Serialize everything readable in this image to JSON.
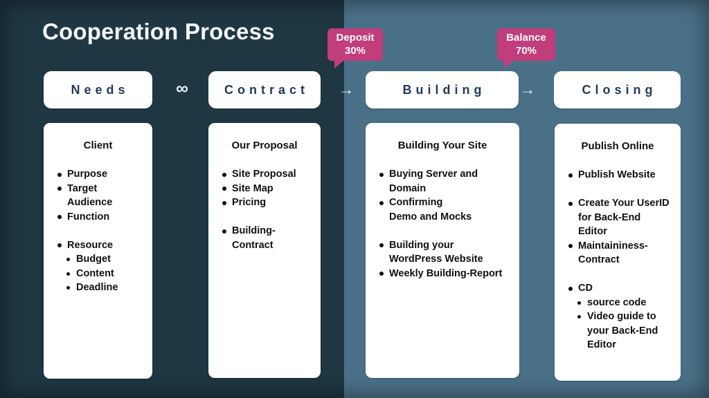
{
  "title": "Cooperation Process",
  "colors": {
    "background_left": "#1e3743",
    "background_right": "#4a7088",
    "badge_pink": "#c23d7b",
    "header_text_navy": "#1e3a5c",
    "card_background": "#ffffff",
    "body_text": "#101010",
    "title_text": "#f5f6f7",
    "connector_white": "#eef1f3"
  },
  "badges": [
    {
      "name": "deposit",
      "text": "Deposit\n30%"
    },
    {
      "name": "balance",
      "text": "Balance\n70%"
    }
  ],
  "connectors": [
    {
      "symbol": "∞"
    },
    {
      "symbol": "→"
    },
    {
      "symbol": "→"
    }
  ],
  "stages": [
    {
      "header": "Needs",
      "card": {
        "title": "Client",
        "items": [
          {
            "text": "Purpose"
          },
          {
            "text": "Target\nAudience"
          },
          {
            "text": "Function"
          },
          {
            "text": "Resource"
          },
          {
            "text": "Budget"
          },
          {
            "text": "Content"
          },
          {
            "text": "Deadline"
          }
        ]
      }
    },
    {
      "header": "Contract",
      "card": {
        "title": "Our Proposal",
        "items": [
          {
            "text": "Site Proposal"
          },
          {
            "text": "Site Map"
          },
          {
            "text": "Pricing"
          },
          {
            "text": "Building-\nContract"
          }
        ]
      }
    },
    {
      "header": "Building",
      "card": {
        "title": "Building Your Site",
        "items": [
          {
            "text": "Buying Server and\nDomain"
          },
          {
            "text": "Confirming\nDemo and Mocks"
          },
          {
            "text": "Building your\nWordPress Website"
          },
          {
            "text": "Weekly Building-Report"
          }
        ]
      }
    },
    {
      "header": "Closing",
      "card": {
        "title": "Publish Online",
        "items": [
          {
            "text": "Publish Website"
          },
          {
            "text": "Create Your UserID\nfor Back-End\nEditor"
          },
          {
            "text": "Maintaininess-\nContract"
          },
          {
            "text": "CD"
          },
          {
            "text": "source code"
          },
          {
            "text": "Video guide to\nyour Back-End\nEditor"
          }
        ]
      }
    }
  ]
}
